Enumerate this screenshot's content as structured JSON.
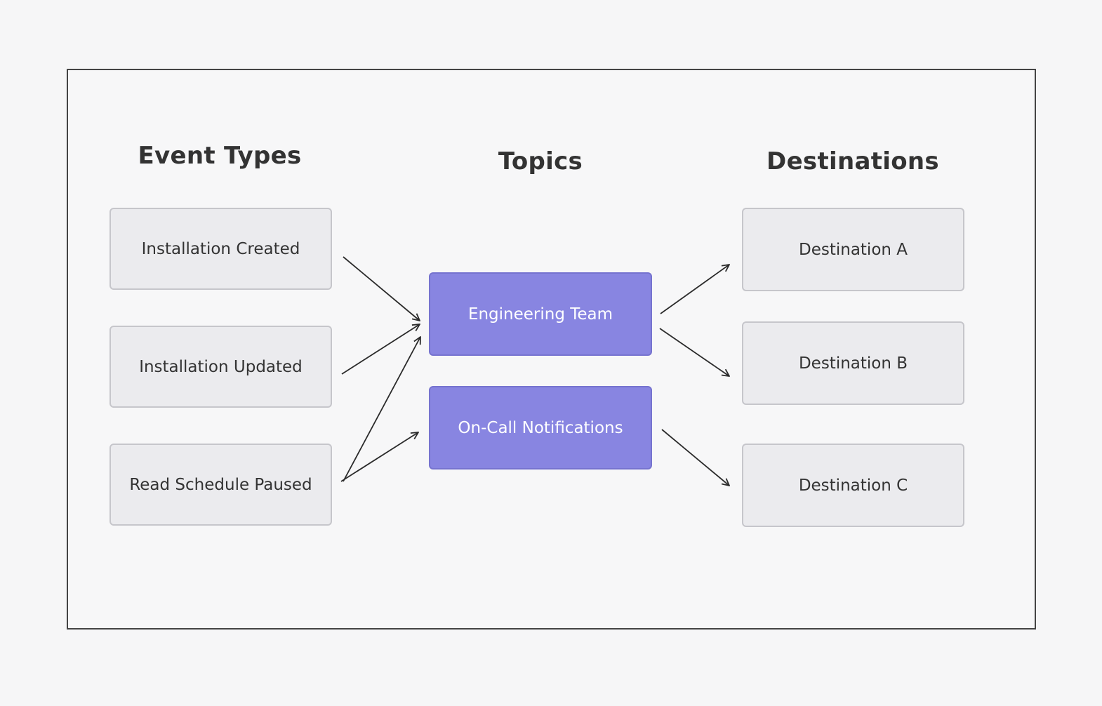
{
  "columns": {
    "event_types": "Event Types",
    "topics": "Topics",
    "destinations": "Destinations"
  },
  "event_types": [
    "Installation Created",
    "Installation Updated",
    "Read Schedule Paused"
  ],
  "topics": [
    "Engineering Team",
    "On-Call Notifications"
  ],
  "destinations": [
    "Destination A",
    "Destination B",
    "Destination C"
  ],
  "connections": [
    {
      "from": "Installation Created",
      "to": "Engineering Team"
    },
    {
      "from": "Installation Updated",
      "to": "Engineering Team"
    },
    {
      "from": "Read Schedule Paused",
      "to": "Engineering Team"
    },
    {
      "from": "Read Schedule Paused",
      "to": "On-Call Notifications"
    },
    {
      "from": "Engineering Team",
      "to": "Destination A"
    },
    {
      "from": "Engineering Team",
      "to": "Destination B"
    },
    {
      "from": "On-Call Notifications",
      "to": "Destination C"
    }
  ],
  "colors": {
    "topic_fill": "#8885e1",
    "node_fill": "#ebebee",
    "arrow": "#2b2b2b"
  }
}
